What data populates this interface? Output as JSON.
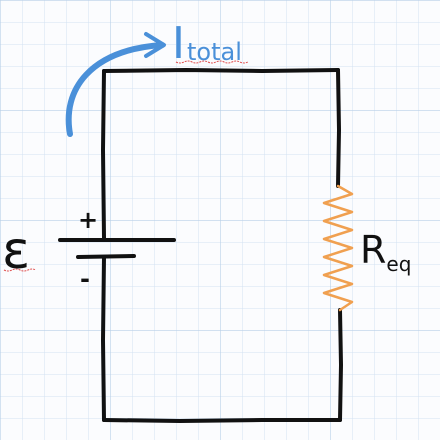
{
  "current_label": {
    "symbol": "I",
    "subscript": "total",
    "color": "#4a90d9"
  },
  "battery": {
    "emf_symbol": "ε",
    "positive_sign": "+",
    "negative_sign": "-"
  },
  "resistor": {
    "symbol": "R",
    "subscript": "eq",
    "color": "#f0a050"
  },
  "colors": {
    "wire": "#111111",
    "grid_minor": "#d3e2f2",
    "grid_major": "#b8cfe8",
    "background": "#fbfcfe"
  }
}
